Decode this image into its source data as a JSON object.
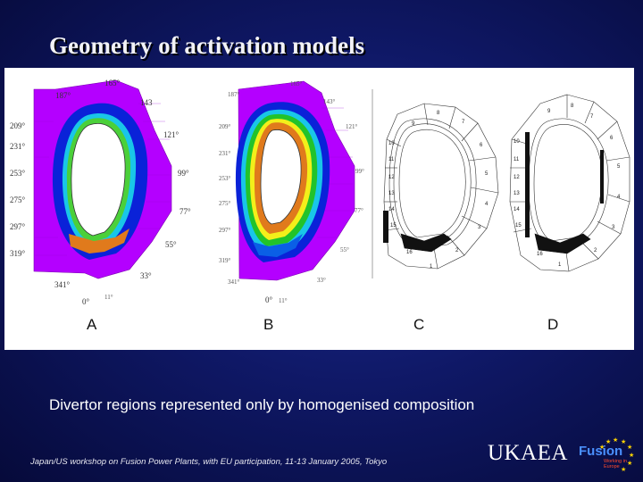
{
  "slide": {
    "title": "Geometry of activation models",
    "caption": "Divertor regions represented only by homogenised composition",
    "footer": "Japan/US workshop on Fusion Power Plants, with EU participation, 11-13 January 2005, Tokyo"
  },
  "figure": {
    "panel_labels": [
      "A",
      "B",
      "C",
      "D"
    ],
    "model_a_angles": [
      "165°",
      "187°",
      "143",
      "209°",
      "231°",
      "121°",
      "253°",
      "99°",
      "275°",
      "77°",
      "297°",
      "55°",
      "319°",
      "33°",
      "341°",
      "0°",
      "11°"
    ],
    "model_b_angles": [
      "165°",
      "187°",
      "143°",
      "209°",
      "231°",
      "121°",
      "253°",
      "99°",
      "275°",
      "77°",
      "297°",
      "55°",
      "319°",
      "33°",
      "341°",
      "0°",
      "11°"
    ],
    "model_c_regions": [
      "1",
      "2",
      "3",
      "4",
      "5",
      "6",
      "7",
      "8",
      "9",
      "10",
      "11",
      "12",
      "13",
      "14",
      "15",
      "16"
    ],
    "model_d_regions": [
      "1",
      "2",
      "3",
      "4",
      "5",
      "6",
      "7",
      "8",
      "9",
      "10",
      "11",
      "12",
      "13",
      "14",
      "15",
      "16"
    ]
  },
  "branding": {
    "org": "UKAEA",
    "logo_word": "Fusion",
    "logo_tagline": "Working in Europe"
  },
  "colors": {
    "background": "#0f1866",
    "magenta": "#b400ff",
    "blue_ring": "#0a22d8",
    "cyan": "#19c6e8",
    "green": "#22c32a",
    "yellow": "#f3ef1a",
    "orange": "#e07a1c"
  }
}
